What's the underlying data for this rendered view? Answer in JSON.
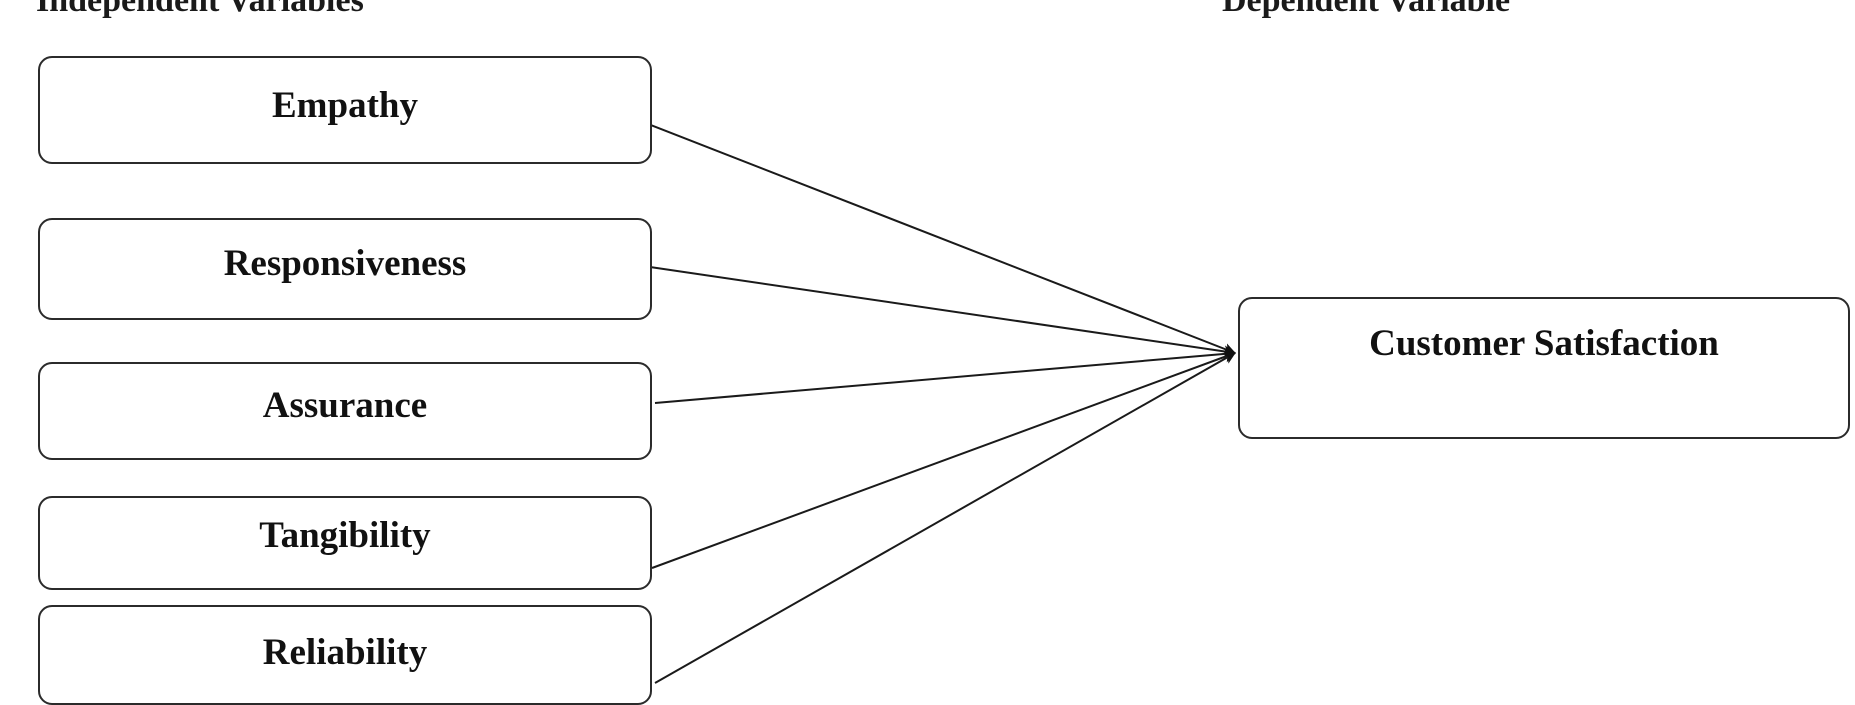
{
  "headers": {
    "independent": "Independent Variables",
    "dependent": "Dependent Variable"
  },
  "independent_variables": [
    {
      "id": "empathy",
      "label": "Empathy"
    },
    {
      "id": "responsiveness",
      "label": "Responsiveness"
    },
    {
      "id": "assurance",
      "label": "Assurance"
    },
    {
      "id": "tangibility",
      "label": "Tangibility"
    },
    {
      "id": "reliability",
      "label": "Reliability"
    }
  ],
  "dependent_variable": {
    "id": "customer-satisfaction",
    "label": "Customer Satisfaction"
  },
  "edges": [
    {
      "from": "empathy",
      "to": "customer-satisfaction"
    },
    {
      "from": "responsiveness",
      "to": "customer-satisfaction"
    },
    {
      "from": "assurance",
      "to": "customer-satisfaction"
    },
    {
      "from": "tangibility",
      "to": "customer-satisfaction"
    },
    {
      "from": "reliability",
      "to": "customer-satisfaction"
    }
  ],
  "colors": {
    "border": "#2b2b2b",
    "line": "#1a1a1a",
    "text": "#111111"
  }
}
